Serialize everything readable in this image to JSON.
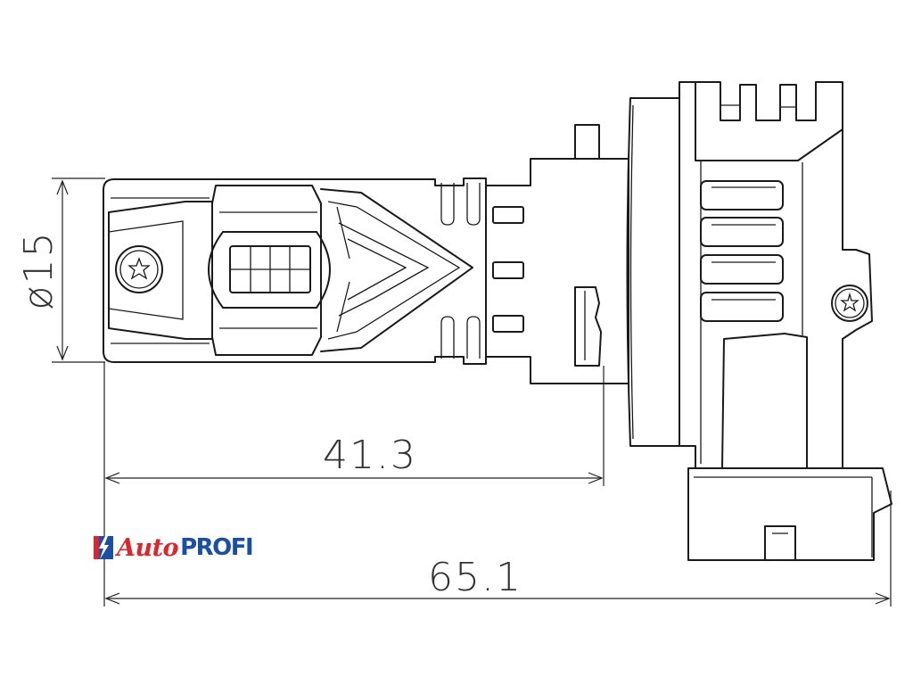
{
  "dimensions": {
    "diameter": "ø15",
    "length_inner": "41.3",
    "length_total": "65.1"
  },
  "logo": {
    "word_auto": "Auto",
    "word_profi": "PROFI",
    "colors": {
      "red": "#e0242b",
      "blue": "#1b4fa3"
    }
  },
  "line_color": "#1a1a1a"
}
